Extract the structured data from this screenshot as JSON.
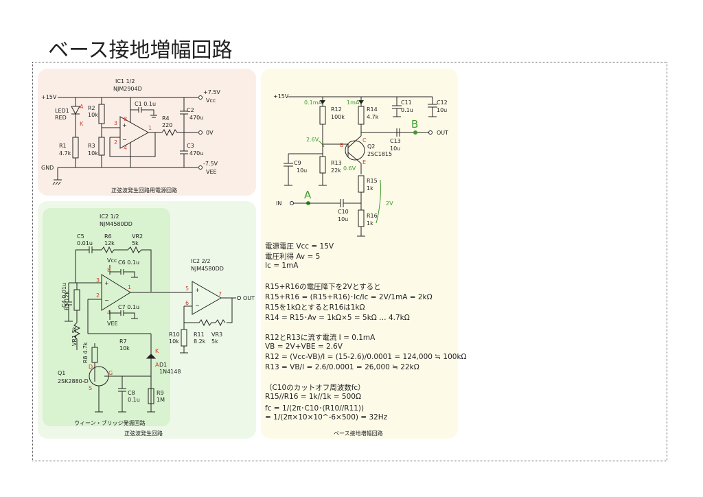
{
  "title": "ベース接地増幅回路",
  "power": {
    "ic": "IC1 1/2",
    "part": "NJM2904D",
    "caption": "正弦波発生回路用電源回路",
    "v_in": "+15V",
    "gnd": "GND",
    "v_pos": "+7.5V",
    "vcc": "Vcc",
    "zero": "0V",
    "v_neg": "-7.5V",
    "vee": "VEE",
    "led": "LED1",
    "led_color": "RED",
    "a": "A",
    "k": "K",
    "r1": "R1",
    "r1v": "4.7k",
    "r2": "R2",
    "r2v": "10k",
    "r3": "R3",
    "r3v": "10k",
    "r4": "R4",
    "r4v": "220",
    "c1": "C1 0.1u",
    "c2": "C2",
    "c2v": "470u",
    "c3": "C3",
    "c3v": "470u",
    "p8": "8",
    "p3": "3",
    "p2": "2",
    "p4": "4",
    "p1": "1"
  },
  "osc": {
    "caption": "正弦波発生回路",
    "wien": "ウィーン・ブリッジ発振回路",
    "ic2a": "IC2 1/2",
    "ic2a_part": "NJM4580DD",
    "ic2b": "IC2 2/2",
    "ic2b_part": "NJM4580DD",
    "c5": "C5",
    "c5v": "0.01u",
    "r6": "R6",
    "r6v": "12k",
    "vr2": "VR2",
    "vr2v": "5k",
    "vcc": "Vcc",
    "c6": "C6 0.1u",
    "c7": "C7 0.1u",
    "vee": "VEE",
    "c4": "C4 0.01u",
    "r5": "R5 12k",
    "vr1": "VR1 5k",
    "r8": "R8 4.7k",
    "r7": "R7",
    "r7v": "10k",
    "q1": "Q1",
    "q1v": "2SK2880-D",
    "d": "D",
    "g": "G",
    "s": "S",
    "c8": "C8",
    "c8v": "0.1u",
    "r9": "R9",
    "r9v": "1M",
    "d1": "D1",
    "d1v": "1N4148",
    "ka": "K",
    "an": "A",
    "r10": "R10",
    "r10v": "10k",
    "r11": "R11",
    "r11v": "8.2k",
    "vr3": "VR3",
    "vr3v": "5k",
    "out": "OUT",
    "p3": "3",
    "p2": "2",
    "p1": "1",
    "p8": "8",
    "p4": "4",
    "p5": "5",
    "p6": "6",
    "p7": "7"
  },
  "amp": {
    "caption": "ベース接地増幅回路",
    "v_in": "+15V",
    "i1": "0.1mA",
    "i2": "1mA",
    "r12": "R12",
    "r12v": "100k",
    "r14": "R14",
    "r14v": "4.7k",
    "c11": "C11",
    "c11v": "0.1u",
    "c12": "C12",
    "c12v": "10u",
    "b_big": "B",
    "out": "OUT",
    "c13": "C13",
    "c13v": "10u",
    "v26": "2.6V",
    "bl": "B",
    "cl": "C",
    "el": "E",
    "q2": "Q2",
    "q2v": "2SC1815",
    "v06": "0.6V",
    "c9": "C9",
    "c9v": "10u",
    "r13": "R13",
    "r13v": "22k",
    "r15": "R15",
    "r15v": "1k",
    "v2": "2V",
    "a_big": "A",
    "in": "IN",
    "c10": "C10",
    "c10v": "10u",
    "r16": "R16",
    "r16v": "1k"
  },
  "calc": [
    "電源電圧 Vcc = 15V",
    "電圧利得 Av = 5",
    "Ic = 1mA",
    "",
    "R15+R16の電圧降下を2Vとすると",
    "R15+R16 = (R15+R16)･Ic/Ic = 2V/1mA = 2kΩ",
    "R15を1kΩとするとR16は1kΩ",
    "R14 = R15･Av = 1kΩ×5 = 5kΩ … 4.7kΩ",
    "",
    "R12とR13に流す電流 I = 0.1mA",
    "VB = 2V+VBE = 2.6V",
    "R12 = (Vcc-VB)/I = (15-2.6)/0.0001 = 124,000 ≒ 100kΩ",
    "R13 = VB/I = 2.6/0.0001 = 26,000 ≒ 22kΩ",
    "",
    "（C10のカットオフ周波数fc）",
    "R15//R16 = 1k//1k = 500Ω",
    "fc = 1/(2π･C10･(R10//R11))",
    " = 1/(2π×10×10^-6×500) = 32Hz"
  ],
  "colors": {
    "power_bg": "#fbeee6",
    "osc_bg": "#eef8e8",
    "wien_bg": "#d9f2cf",
    "amp_bg": "#fdfbe8",
    "green": "#3a9a2a",
    "red": "#d0402c"
  }
}
